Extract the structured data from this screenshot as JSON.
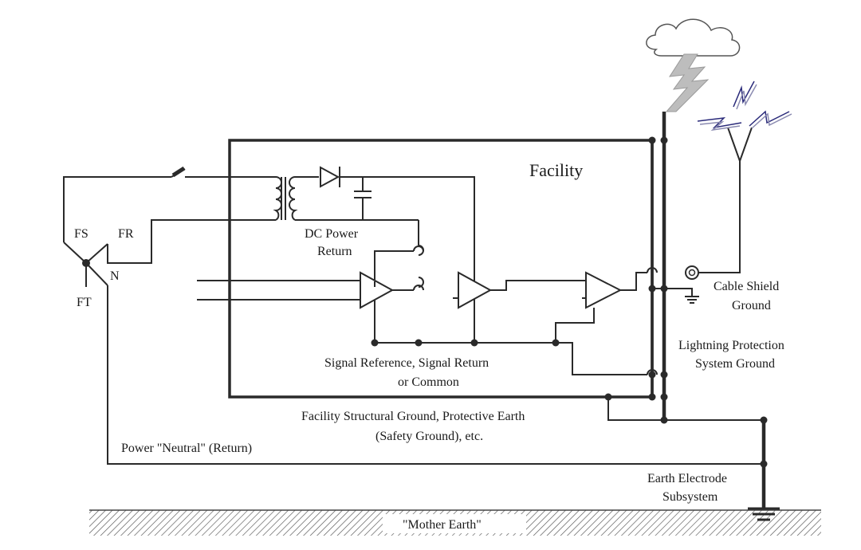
{
  "labels": {
    "facility": "Facility",
    "fs": "FS",
    "fr": "FR",
    "ft": "FT",
    "n": "N",
    "dc_power_1": "DC Power",
    "dc_power_2": "Return",
    "cable_shield_1": "Cable Shield",
    "cable_shield_2": "Ground",
    "lightning_1": "Lightning Protection",
    "lightning_2": "System Ground",
    "signal_ref_1": "Signal Reference, Signal Return",
    "signal_ref_2": "or Common",
    "structural_1": "Facility Structural Ground,  Protective Earth",
    "structural_2": "(Safety Ground), etc.",
    "neutral": "Power \"Neutral\" (Return)",
    "earth_electrode_1": "Earth Electrode",
    "earth_electrode_2": "Subsystem",
    "mother_earth": "\"Mother Earth\""
  },
  "colors": {
    "wire": "#2a2a2a",
    "cloud_outline": "#555555",
    "lightning_bolt": "#bdbdbd",
    "radio_waves": "#2a2a7a"
  }
}
